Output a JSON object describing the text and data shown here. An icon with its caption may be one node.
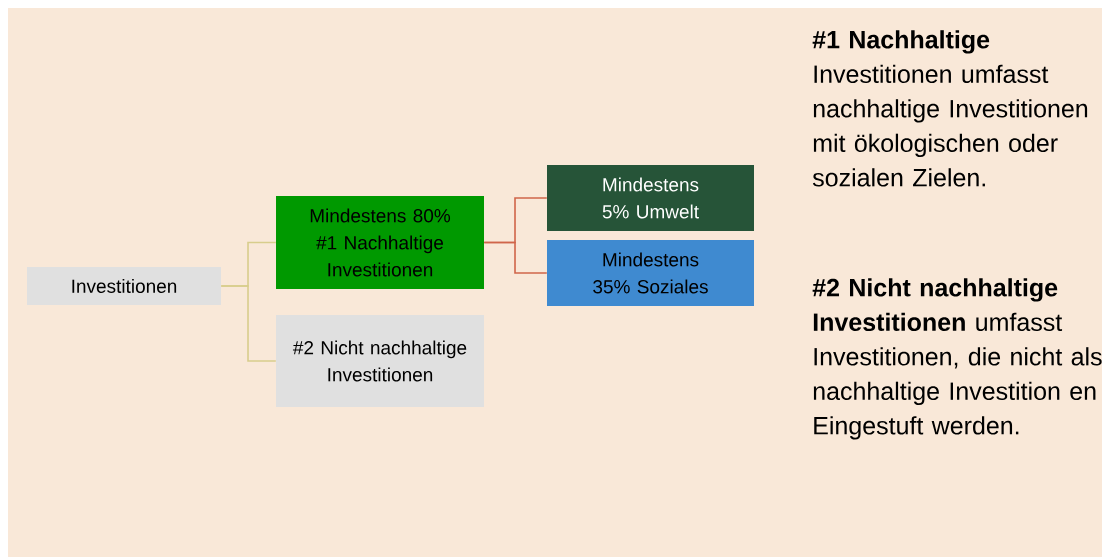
{
  "diagram": {
    "nodes": [
      {
        "text": [
          "Investitionen"
        ]
      },
      {
        "text": [
          "Mindestens 80% #1 Nachhaltige Investitionen"
        ]
      },
      {
        "text": [
          "#2 Nicht nachhaltige Investitionen"
        ]
      },
      {
        "text": [
          "Mindestens 5% Umwelt"
        ]
      },
      {
        "text": [
          "Mindestens 35% Soziales"
        ]
      }
    ],
    "edges": [
      {
        "from": 0,
        "to": 1,
        "arrow": "none",
        "color": "#d8cd8c"
      },
      {
        "from": 0,
        "to": 2,
        "arrow": "none",
        "color": "#d8cd8c"
      },
      {
        "from": 1,
        "to": 3,
        "arrow": "none",
        "color": "#d0654a"
      },
      {
        "from": 1,
        "to": 4,
        "arrow": "none",
        "color": "#d0654a"
      }
    ],
    "labels": [
      "**#1 Nachhaltige** Investitionen umfasst nachhaltige Investitionen mit ökologischen oder sozialen Zielen.",
      "**#2 Nicht nachhaltige Investitionen** umfasst Investitionen, die nicht als nachhaltige Investition en Eingestuft werden."
    ]
  }
}
